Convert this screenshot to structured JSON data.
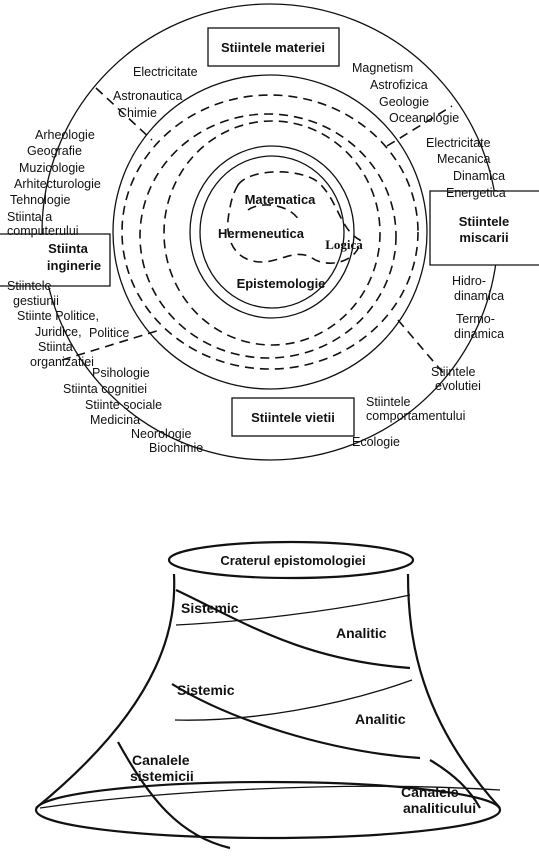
{
  "top_diagram": {
    "boxes": {
      "materiei": "Stiintele materiei",
      "miscarii_1": "Stiintele",
      "miscarii_2": "miscarii",
      "vietii": "Stiintele vietii",
      "ingineriei_1": "Stiinta",
      "ingineriei_2": "inginerie"
    },
    "core": {
      "matematica": "Matematica",
      "hermeneutica": "Hermeneutica",
      "logica": "Logica",
      "epistemologie": "Epistemologie"
    },
    "labels": {
      "electricitate_1": "Electricitate",
      "astronautica": "Astronautica",
      "chimie": "Chimie",
      "magnetism": "Magnetism",
      "astrofizica": "Astrofizica",
      "geologie": "Geologie",
      "oceanologie": "Oceanologie",
      "arheologie": "Arheologie",
      "geografie": "Geografie",
      "muzicologie": "Muzicologie",
      "arhitecturologie": "Arhitecturologie",
      "tehnologie": "Tehnologie",
      "stiinta_a": "Stiinta a",
      "computerului": "computerului",
      "electricitate_2": "Electricitate",
      "mecanica": "Mecanica",
      "dinamica": "Dinamica",
      "energetica": "Energetica",
      "stiintele_gest_1": "Stiintele",
      "stiintele_gest_2": "gestiunii",
      "stiinte_politice": "Stiinte Politice,",
      "juridice": "Juridice,",
      "politice": "Politice",
      "stiinta": "Stiinta",
      "organizatiei": "organizatiei",
      "hidro": "Hidro-",
      "hidro_dinamica": "dinamica",
      "termo": "Termo-",
      "termo_dinamica": "dinamica",
      "psihologie": "Psihologie",
      "stiinta_cognitiei": "Stiinta cognitiei",
      "stiinte_sociale": "Stiinte sociale",
      "medicina": "Medicina",
      "neorologie": "Neorologie",
      "biochimie": "Biochimie",
      "stiintele_evolutiei_1": "Stiintele",
      "stiintele_evolutiei_2": "evolutiei",
      "stiintele_comp_1": "Stiintele",
      "stiintele_comp_2": "comportamentului",
      "ecologie": "Ecologie"
    }
  },
  "bottom_diagram": {
    "crater": "Craterul epistomologiei",
    "sistemic_1": "Sistemic",
    "analitic_1": "Analitic",
    "sistemic_2": "Sistemic",
    "analitic_2": "Analitic",
    "canalele_sist_1": "Canalele",
    "canalele_sist_2": "sistemicii",
    "canalele_anal_1": "Canalele",
    "canalele_anal_2": "analiticului"
  }
}
